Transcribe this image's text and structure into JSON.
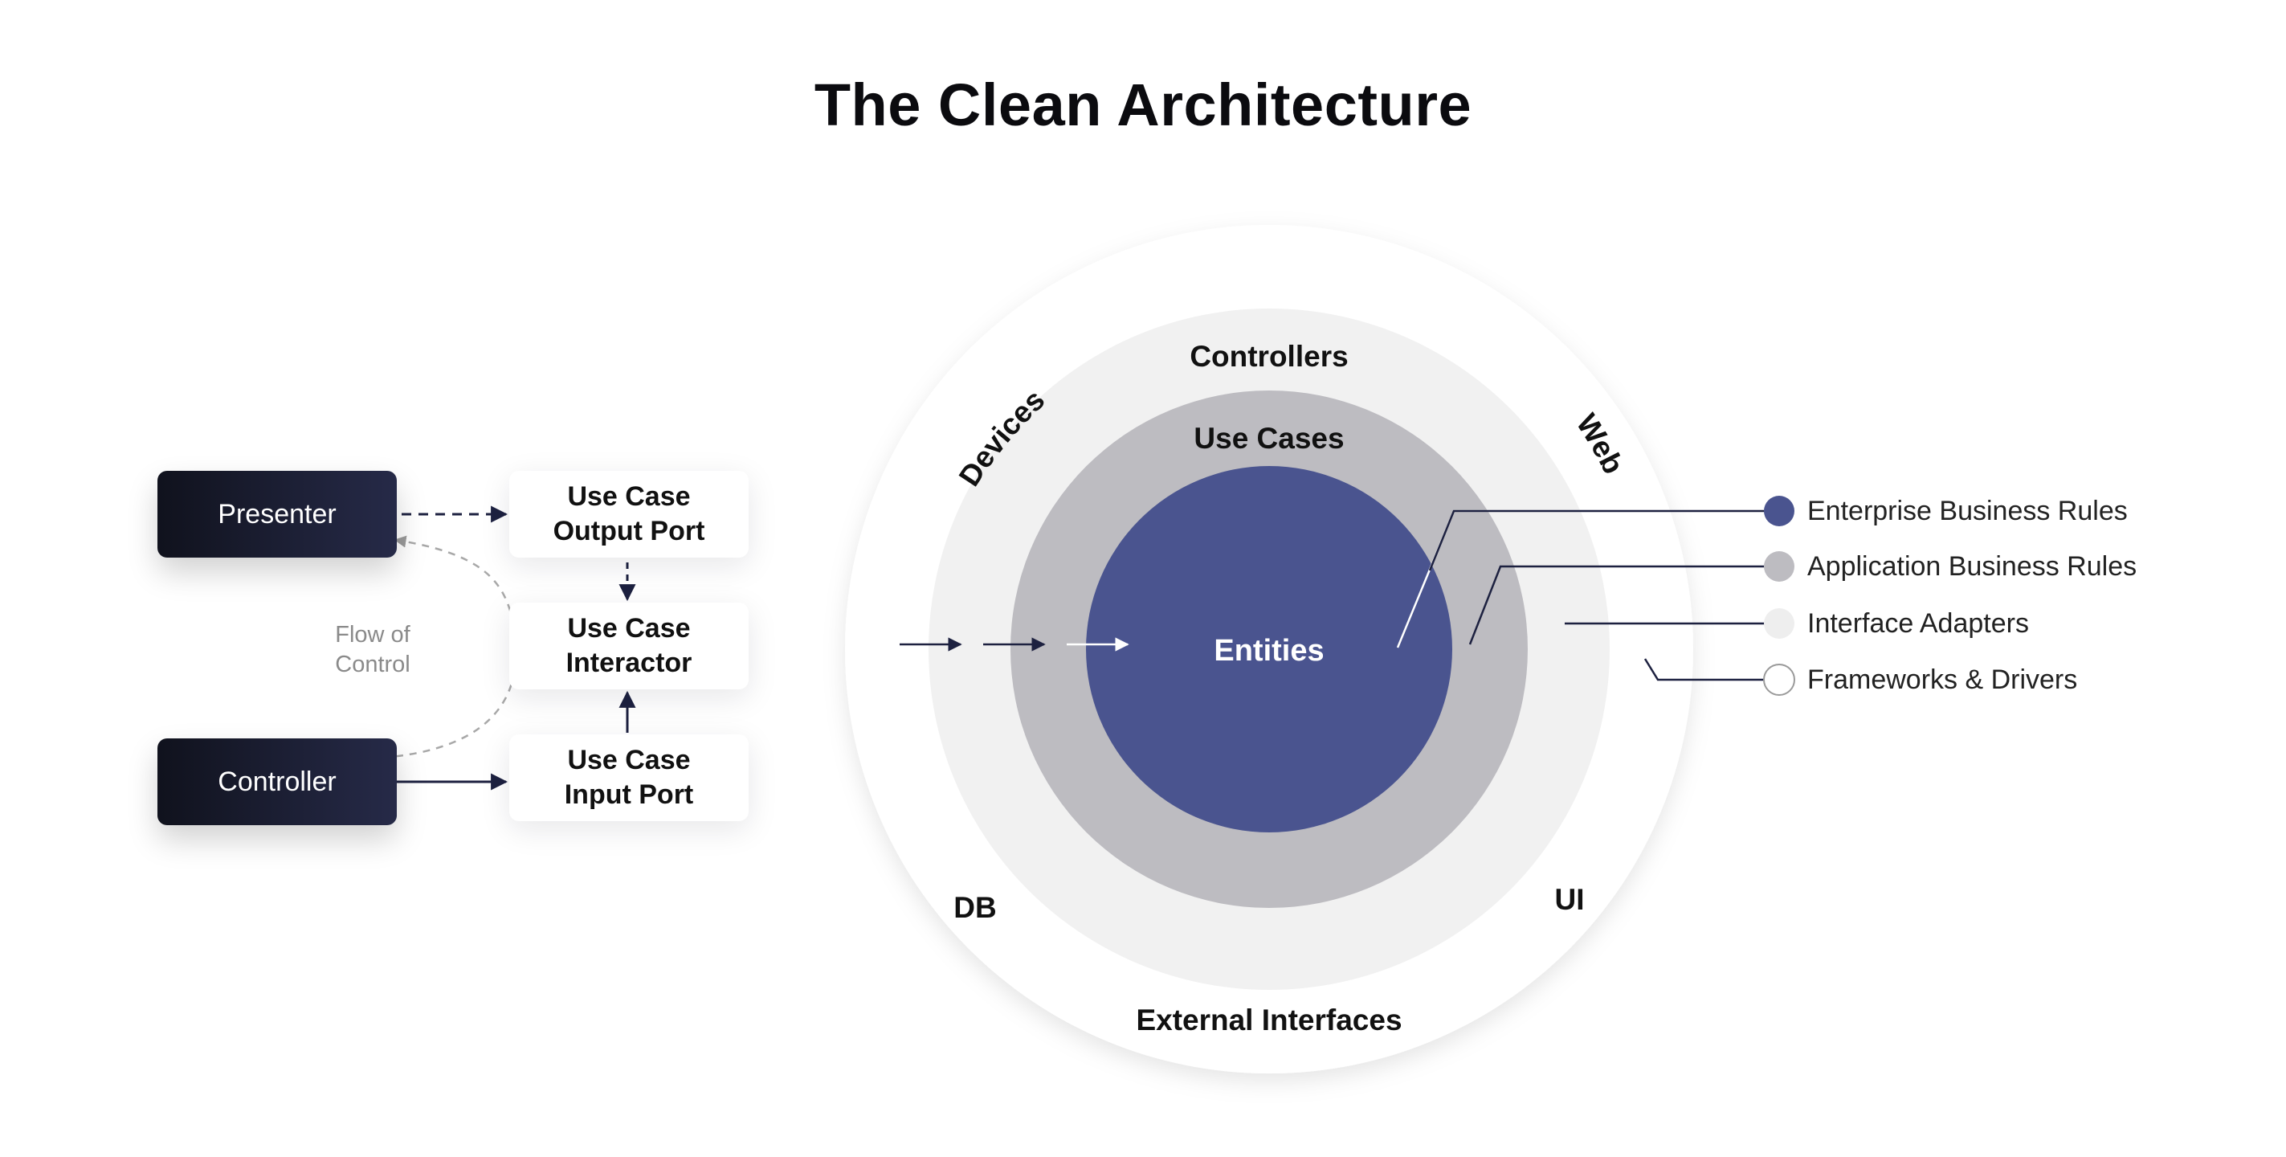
{
  "title": "The Clean Architecture",
  "flow": {
    "presenter": "Presenter",
    "controller": "Controller",
    "output_port": [
      "Use Case",
      "Output Port"
    ],
    "interactor": [
      "Use Case",
      "Interactor"
    ],
    "input_port": [
      "Use Case",
      "Input Port"
    ],
    "flow_label": [
      "Flow of",
      "Control"
    ]
  },
  "rings": {
    "devices": "Devices",
    "web": "Web",
    "db": "DB",
    "ui": "UI",
    "external": "External Interfaces",
    "controllers": "Controllers",
    "use_cases": "Use Cases",
    "entities": "Entities"
  },
  "legend": [
    {
      "label": "Enterprise Business Rules",
      "color": "#4a548f"
    },
    {
      "label": "Application Business Rules",
      "color": "#bdbcc1"
    },
    {
      "label": "Interface Adapters",
      "color": "#eeeeee"
    },
    {
      "label": "Frameworks & Drivers",
      "color": "#ffffff"
    }
  ],
  "colors": {
    "entities": "#4a548f",
    "use_cases": "#bdbcc1",
    "interface_adapters": "#f1f1f1",
    "frameworks": "#ffffff",
    "dark_box": "#161a2b",
    "line": "#1d2140"
  }
}
